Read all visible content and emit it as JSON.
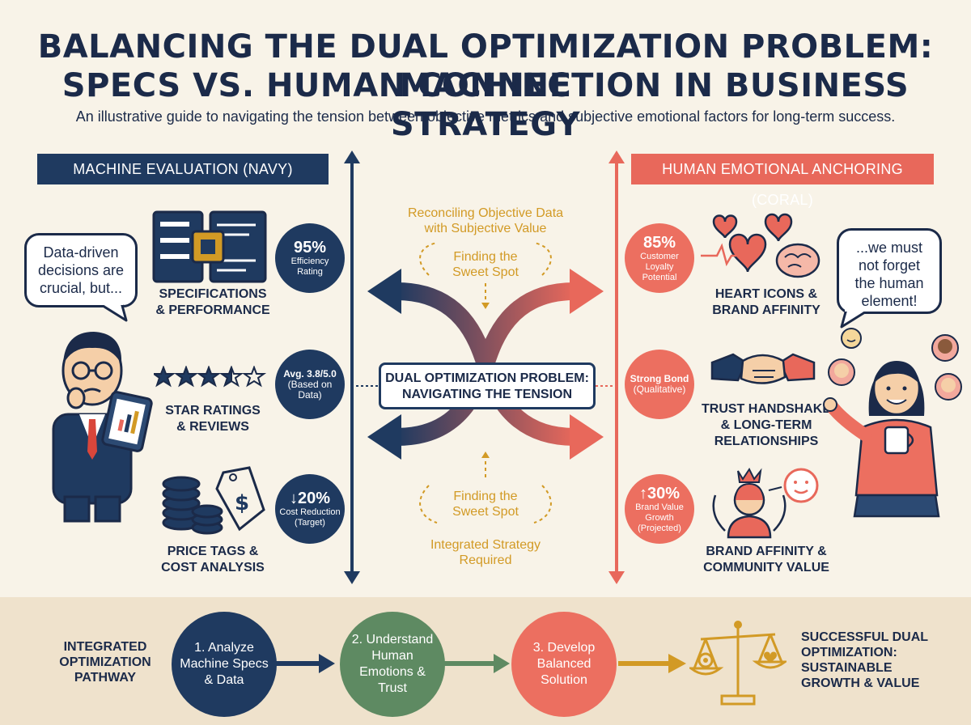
{
  "header": {
    "title_line1": "BALANCING THE DUAL OPTIMIZATION PROBLEM: MACHINE",
    "title_line2": "SPECS VS. HUMAN CONNECTION IN BUSINESS STRATEGY",
    "subtitle": "An illustrative guide to navigating the tension between objective metrics and subjective emotional factors for long-term success."
  },
  "left": {
    "banner": "MACHINE EVALUATION (NAVY)",
    "speech": [
      "Data-driven",
      "decisions are",
      "crucial, but..."
    ],
    "items": [
      {
        "label": [
          "SPECIFICATIONS",
          "& PERFORMANCE"
        ],
        "stat_big": "95%",
        "stat_small": [
          "Efficiency",
          "Rating"
        ]
      },
      {
        "label": [
          "STAR RATINGS",
          "& REVIEWS"
        ],
        "stat_big": "Avg. 3.8/5.0",
        "stat_small": [
          "(Based on",
          "Data)"
        ]
      },
      {
        "label": [
          "PRICE TAGS &",
          "COST ANALYSIS"
        ],
        "stat_big": "↓20%",
        "stat_small": [
          "Cost Reduction",
          "(Target)"
        ]
      }
    ]
  },
  "right": {
    "banner": "HUMAN EMOTIONAL ANCHORING (CORAL)",
    "speech": [
      "...we must",
      "not forget",
      "the human",
      "element!"
    ],
    "items": [
      {
        "label": [
          "HEART ICONS &",
          "BRAND AFFINITY"
        ],
        "stat_big": "85%",
        "stat_small": [
          "Customer",
          "Loyalty",
          "Potential"
        ]
      },
      {
        "label": [
          "TRUST HANDSHAKE",
          "& LONG-TERM",
          "RELATIONSHIPS"
        ],
        "stat_big": "Strong Bond",
        "stat_small": [
          "(Qualitative)"
        ]
      },
      {
        "label": [
          "BRAND AFFINITY &",
          "COMMUNITY VALUE"
        ],
        "stat_big": "↑30%",
        "stat_small": [
          "Brand Value",
          "Growth",
          "(Projected)"
        ]
      }
    ]
  },
  "center": {
    "top_note": [
      "Reconciling Objective Data",
      "with Subjective Value"
    ],
    "sweet_spot": [
      "Finding the",
      "Sweet Spot"
    ],
    "box": [
      "DUAL OPTIMIZATION PROBLEM:",
      "NAVIGATING THE TENSION"
    ],
    "bottom_note": [
      "Integrated Strategy",
      "Required"
    ]
  },
  "pathway": {
    "label": [
      "INTEGRATED",
      "OPTIMIZATION",
      "PATHWAY"
    ],
    "steps": [
      {
        "text": [
          "1. Analyze",
          "Machine Specs",
          "& Data"
        ],
        "color": "#1f3a60"
      },
      {
        "text": [
          "2. Understand",
          "Human",
          "Emotions &",
          "Trust"
        ],
        "color": "#5e8a62"
      },
      {
        "text": [
          "3. Develop",
          "Balanced",
          "Solution"
        ],
        "color": "#ec6f60"
      }
    ],
    "result": [
      "SUCCESSFUL DUAL",
      "OPTIMIZATION:",
      "SUSTAINABLE",
      "GROWTH & VALUE"
    ]
  },
  "colors": {
    "navy": "#1f3a60",
    "coral": "#e8685b",
    "gold": "#d29a25",
    "green": "#5e8a62",
    "background": "#f8f3e8"
  }
}
